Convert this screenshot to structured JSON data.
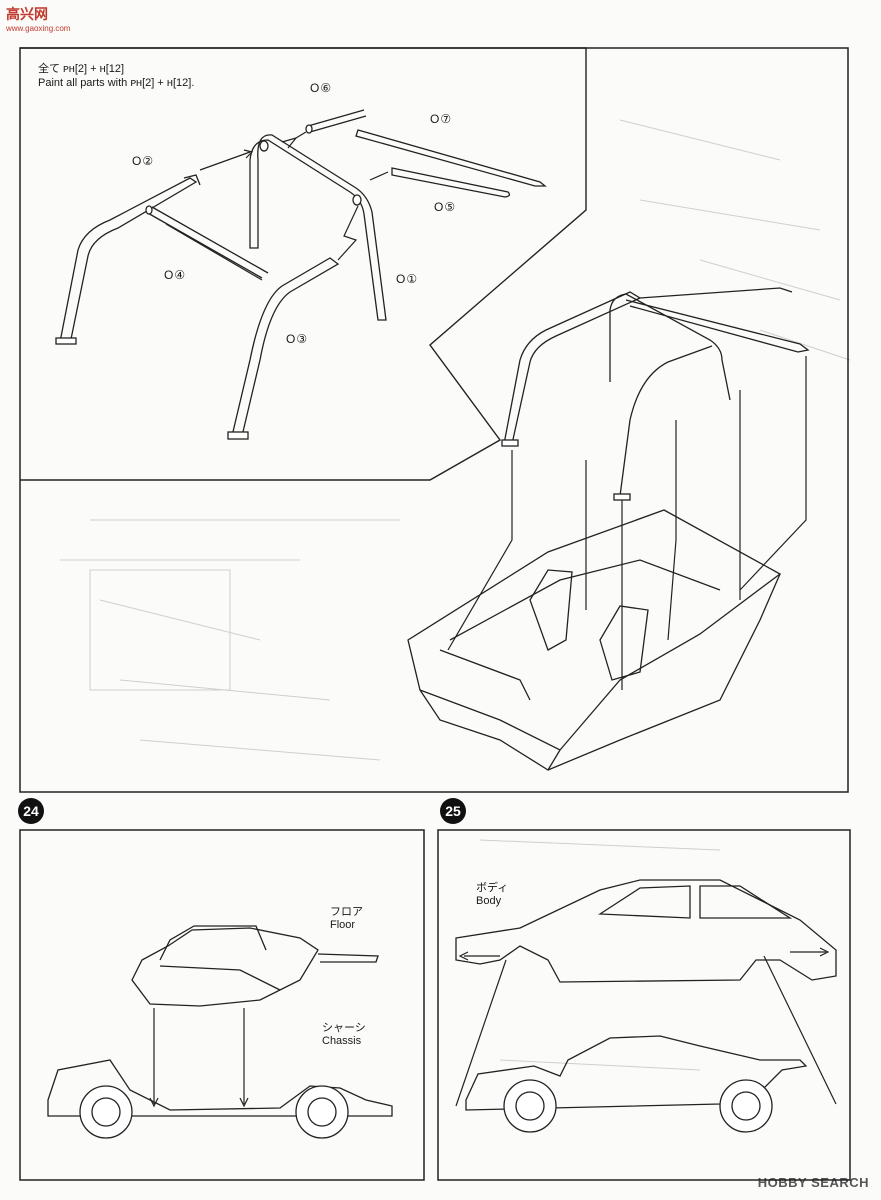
{
  "watermark": {
    "top": "高兴网",
    "top_sub": "www.gaoxing.com",
    "bottom": "HOBBY SEARCH"
  },
  "paint_note": {
    "line1": "全て ᴘʜ[2] + ʜ[12]",
    "line2": "Paint all parts with ᴘʜ[2] + ʜ[12]."
  },
  "parts": {
    "p1": "O①",
    "p2": "O②",
    "p3": "O③",
    "p4": "O④",
    "p5": "O⑤",
    "p6": "O⑥",
    "p7": "O⑦"
  },
  "step24": {
    "number": "24",
    "floor_jp": "フロア",
    "floor_en": "Floor",
    "chassis_jp": "シャーシ",
    "chassis_en": "Chassis"
  },
  "step25": {
    "number": "25",
    "body_jp": "ボディ",
    "body_en": "Body"
  }
}
